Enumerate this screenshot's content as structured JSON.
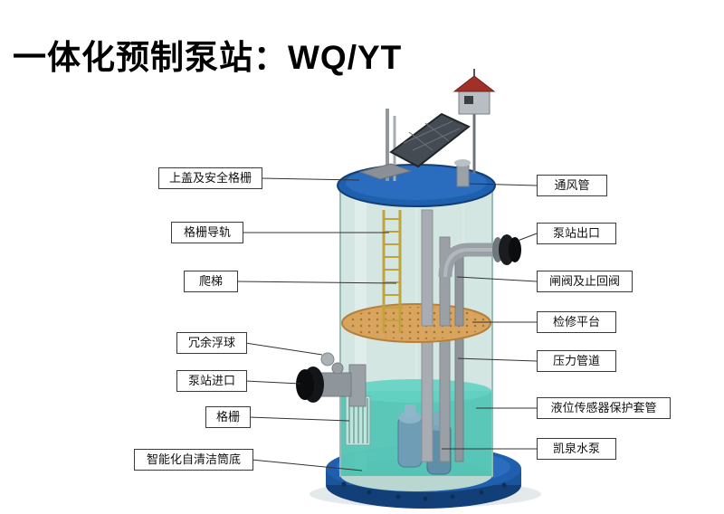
{
  "title": "一体化预制泵站：WQ/YT",
  "diagram": {
    "subject": "integrated prefabricated pump station cutaway illustration",
    "left_labels": [
      {
        "text": "上盖及安全格栅"
      },
      {
        "text": "格栅导轨"
      },
      {
        "text": "爬梯"
      },
      {
        "text": "冗余浮球"
      },
      {
        "text": "泵站进口"
      },
      {
        "text": "格栅"
      },
      {
        "text": "智能化自清洁筒底"
      }
    ],
    "right_labels": [
      {
        "text": "通风管"
      },
      {
        "text": "泵站出口"
      },
      {
        "text": "闸阀及止回阀"
      },
      {
        "text": "检修平台"
      },
      {
        "text": "压力管道"
      },
      {
        "text": "液位传感器保护套管"
      },
      {
        "text": "凯泉水泵"
      }
    ],
    "colors": {
      "lid_blue": "#1e5fae",
      "base_blue": "#1f5fae",
      "glass_body": "#cfe4df",
      "water_teal": "#3fbfae",
      "platform_tan": "#d9a55e",
      "ladder_yellow": "#c2a23d",
      "pipe_gray": "#9aa0a5",
      "flange_black": "#131518",
      "roof_red": "#a03028"
    }
  }
}
